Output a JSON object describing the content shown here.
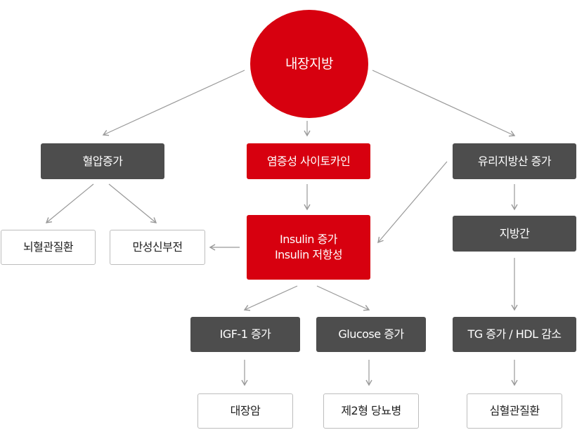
{
  "diagram": {
    "colors": {
      "red": "#d7000f",
      "dark": "#4d4d4d",
      "outline_border": "#bdbdbd",
      "arrow": "#999999"
    },
    "nodes": {
      "visceral_fat": "내장지방",
      "hypertension": "혈압증가",
      "inflammatory_cytokine": "염증성 사이토카인",
      "free_fatty_acid": "유리지방산 증가",
      "cerebrovascular": "뇌혈관질환",
      "chronic_kidney": "만성신부전",
      "insulin_increase": "Insulin 증가",
      "insulin_resistance": "Insulin 저항성",
      "fatty_liver": "지방간",
      "igf1": "IGF-1 증가",
      "glucose": "Glucose 증가",
      "tg_hdl": "TG 증가 / HDL 감소",
      "colon_cancer": "대장암",
      "type2_diabetes": "제2형 당뇨병",
      "cardiovascular": "심혈관질환"
    }
  }
}
